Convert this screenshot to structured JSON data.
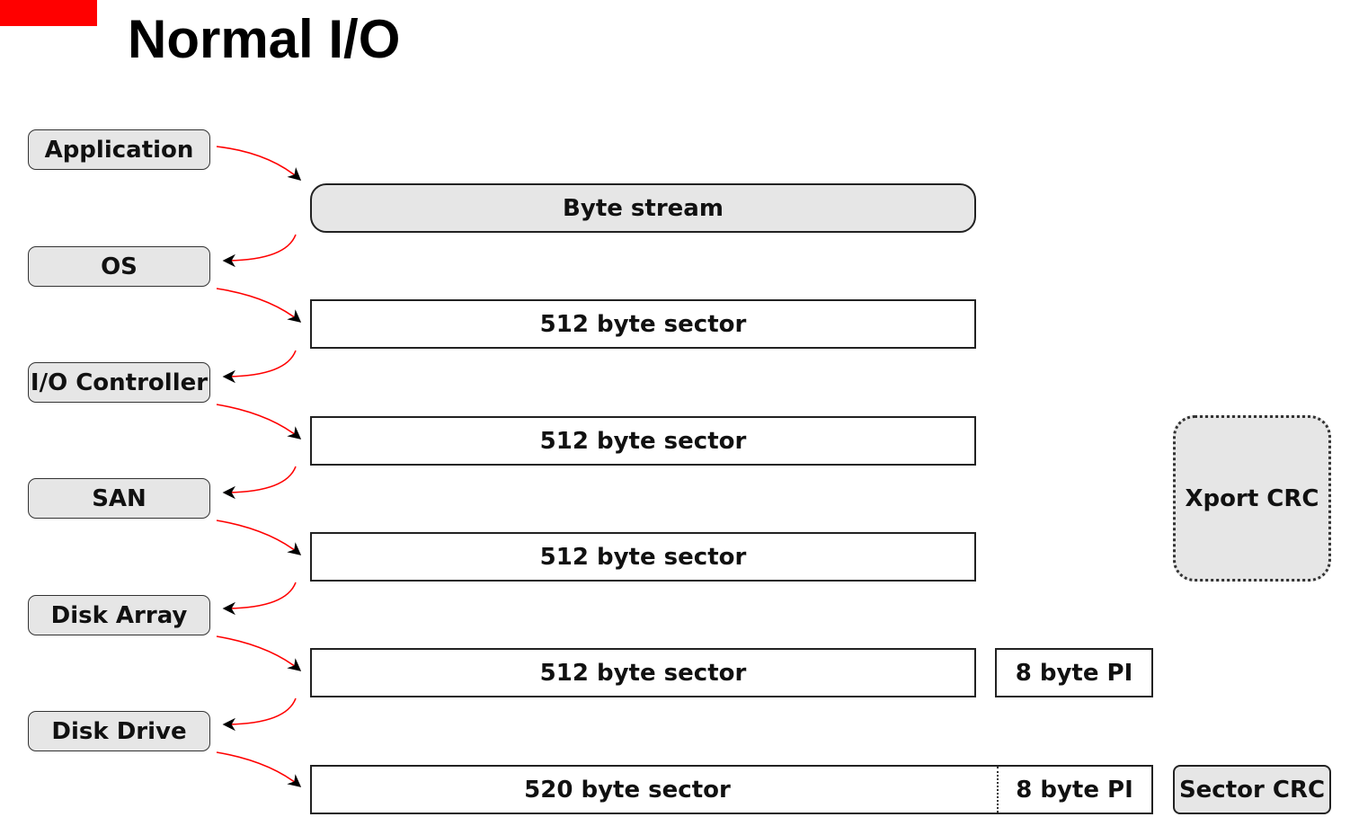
{
  "title": "Normal I/O",
  "colors": {
    "accent": "#ff0000",
    "arrow_line": "#ff0000",
    "arrow_head": "#000000",
    "fill": "#e6e6e6"
  },
  "layers": [
    "Application",
    "OS",
    "I/O Controller",
    "SAN",
    "Disk Array",
    "Disk Drive"
  ],
  "data_formats": {
    "byte_stream": "Byte stream",
    "sector_512": [
      "512 byte sector",
      "512 byte sector",
      "512 byte sector",
      "512 byte sector"
    ],
    "sector_520": "520 byte sector",
    "pi_1": "8 byte PI",
    "pi_2": "8 byte PI"
  },
  "labels": {
    "xport_crc": "Xport CRC",
    "sector_crc": "Sector CRC"
  }
}
